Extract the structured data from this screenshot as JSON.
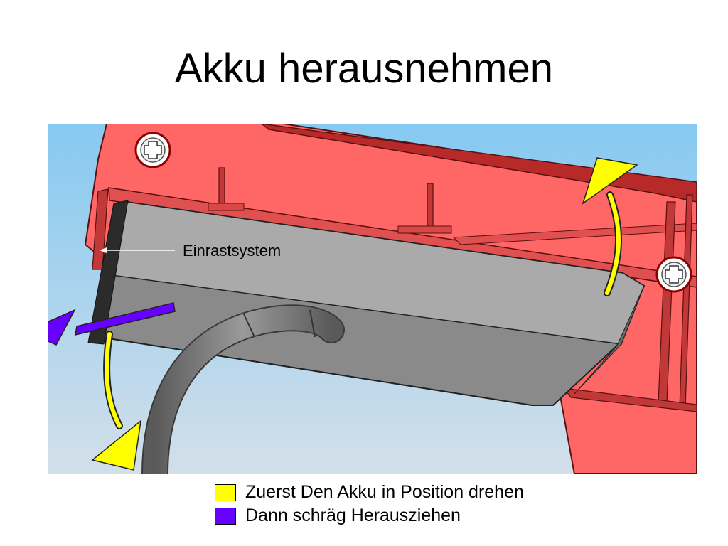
{
  "title": "Akku herausnehmen",
  "annotation": {
    "label": "Einrastsystem"
  },
  "legend": [
    {
      "label": "Zuerst Den Akku in Position drehen",
      "color": "#ffff00",
      "meaning": "yellow arrows"
    },
    {
      "label": "Dann schräg Herausziehen",
      "color": "#6600ff",
      "meaning": "purple arrow"
    }
  ],
  "colors": {
    "housing_red": "#ff6666",
    "battery_gray": "#a8a8a8",
    "background_sky": "#8fcdf2"
  },
  "icons": [
    "screw-icon"
  ]
}
